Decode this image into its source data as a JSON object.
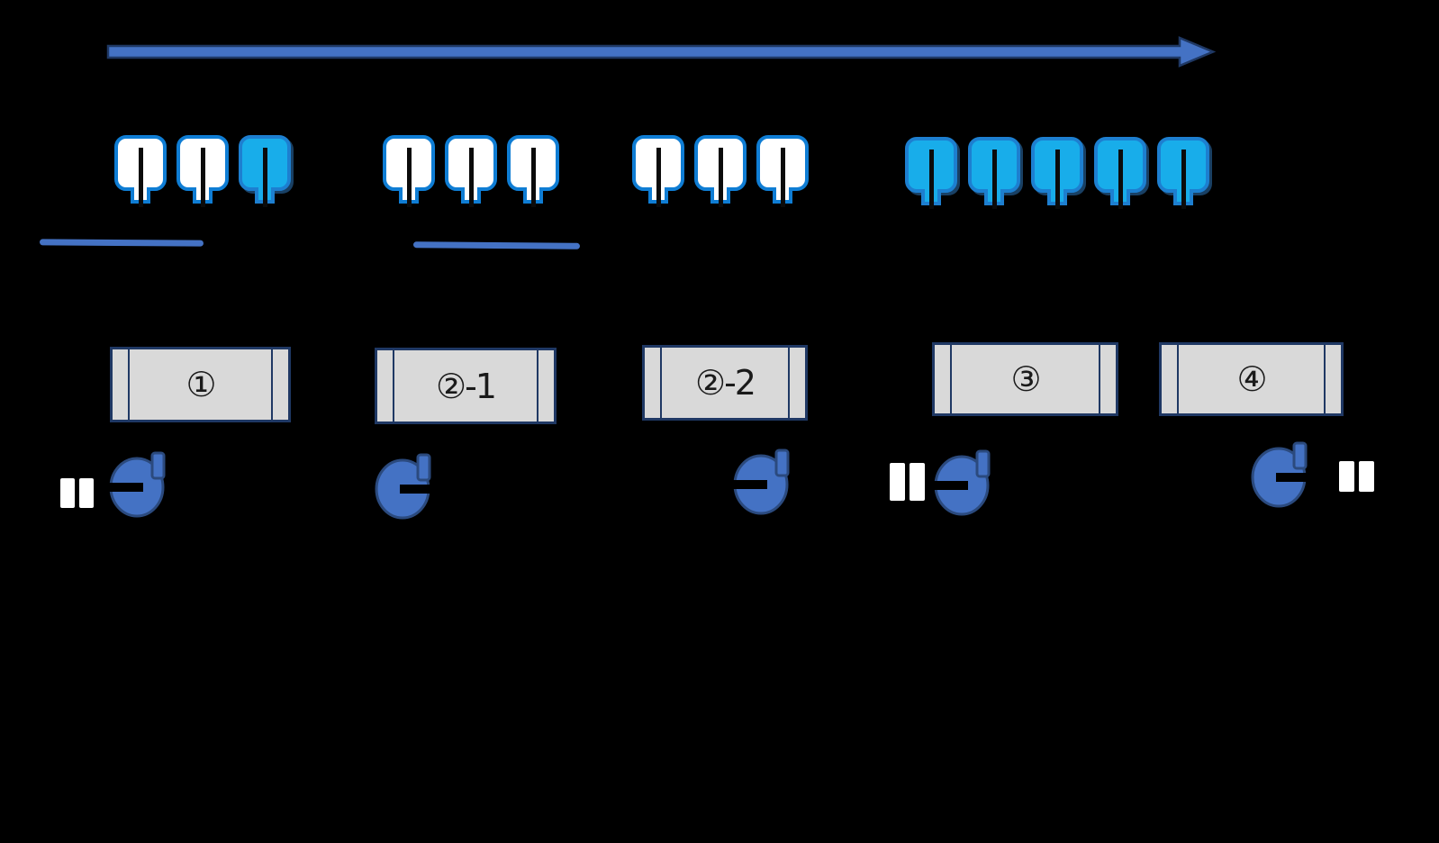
{
  "colors": {
    "background": "#000000",
    "accent_blue": "#4472C4",
    "arrow_stroke": "#1F3864",
    "navy": "#1F3864",
    "rotor_stroke": "#2B4A7E",
    "flask_stroke": "#0F7DD4",
    "flask_filled_stroke": "#1D7FD0",
    "flask_fill_cyan": "#18ADEA",
    "box_gray": "#D9D9D9",
    "label_ink": "#1A1A1A"
  },
  "timeline": {
    "icon": "timeline-arrow-icon",
    "direction": "right"
  },
  "flask_groups": [
    {
      "id": "group-1",
      "flasks": [
        "empty",
        "empty",
        "filled"
      ],
      "underline": true
    },
    {
      "id": "group-2",
      "flasks": [
        "empty",
        "empty",
        "empty"
      ],
      "underline": true
    },
    {
      "id": "group-3",
      "flasks": [
        "empty",
        "empty",
        "empty"
      ],
      "underline": false
    },
    {
      "id": "group-4",
      "flasks": [
        "filled",
        "filled",
        "filled",
        "filled",
        "filled"
      ],
      "underline": false
    }
  ],
  "stages": [
    {
      "label": "①"
    },
    {
      "label": "②-1"
    },
    {
      "label": "②-2"
    },
    {
      "label": "③"
    },
    {
      "label": "④"
    }
  ],
  "rotors": [
    {
      "icon": "rotation-arrow-icon",
      "variant": "notch-left",
      "pause": "left"
    },
    {
      "icon": "rotation-arrow-icon",
      "variant": "notch-right",
      "pause": "none"
    },
    {
      "icon": "rotation-arrow-icon",
      "variant": "notch-left",
      "pause": "none"
    },
    {
      "icon": "rotation-arrow-icon",
      "variant": "notch-left",
      "pause": "left"
    },
    {
      "icon": "rotation-arrow-icon",
      "variant": "notch-right",
      "pause": "right"
    }
  ]
}
